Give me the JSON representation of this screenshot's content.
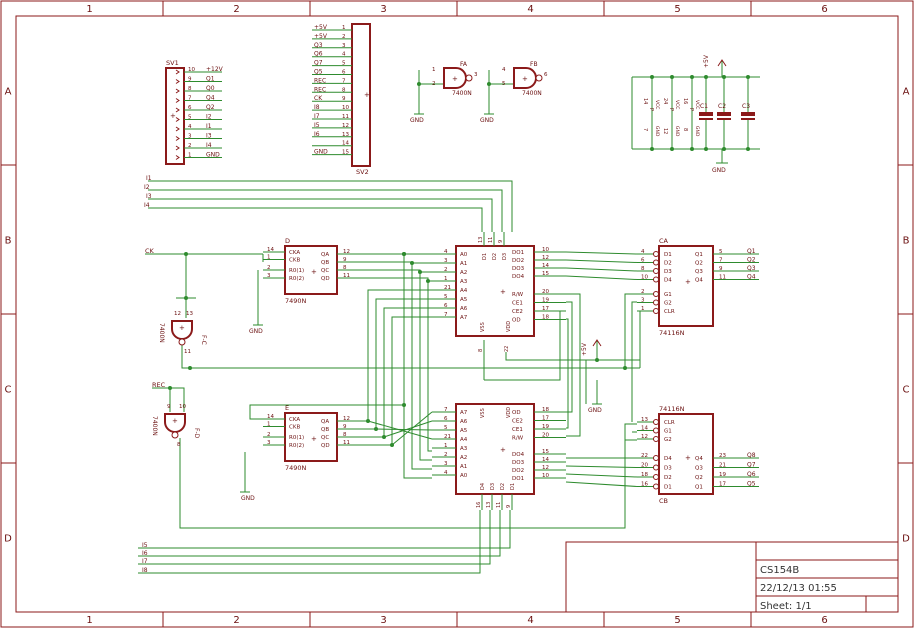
{
  "frame": {
    "columns": [
      "1",
      "2",
      "3",
      "4",
      "5",
      "6"
    ],
    "rows": [
      "A",
      "B",
      "C",
      "D"
    ]
  },
  "title_block": {
    "title": "CS154B",
    "date": "22/12/13 01:55",
    "sheet": "Sheet: 1/1"
  },
  "sv1": {
    "name": "SV1",
    "pins": [
      "10",
      "9",
      "8",
      "7",
      "6",
      "5",
      "4",
      "3",
      "2",
      "1"
    ],
    "signals": [
      "+12V",
      "Q1",
      "Q0",
      "Q4",
      "Q2",
      "I2",
      "I1",
      "I3",
      "I4",
      "GND"
    ]
  },
  "sv2": {
    "name": "SV2",
    "pins": [
      "1",
      "2",
      "3",
      "4",
      "5",
      "6",
      "7",
      "8",
      "9",
      "10",
      "11",
      "12",
      "13",
      "14",
      "15"
    ],
    "signals": [
      "+5V",
      "+5V",
      "Q3",
      "Q6",
      "Q7",
      "Q5",
      "REC",
      "REC",
      "CK",
      "I8",
      "I7",
      "I5",
      "I6",
      "",
      "GND"
    ]
  },
  "gates": {
    "fa": {
      "name": "FA",
      "part": "7400N",
      "pins": [
        "1",
        "2",
        "3"
      ]
    },
    "fb": {
      "name": "FB",
      "part": "7400N",
      "pins": [
        "4",
        "5",
        "6"
      ]
    },
    "fc": {
      "name": "F-C",
      "part": "7400N",
      "pins": [
        "12",
        "13",
        "11"
      ]
    },
    "fd": {
      "name": "F-D",
      "part": "7400N",
      "pins": [
        "9",
        "10",
        "8"
      ]
    }
  },
  "power": {
    "gnd": "GND",
    "vcc": "+5V",
    "caps": [
      "C1",
      "C2",
      "C3"
    ],
    "cap_pins": [
      [
        "14",
        "7"
      ],
      [
        "24",
        "12"
      ],
      [
        "16",
        "8"
      ]
    ],
    "cap_labels": [
      "P",
      "P",
      "P"
    ],
    "cap_nets": [
      [
        "VCC",
        "GND"
      ],
      [
        "VCC",
        "GND"
      ],
      [
        "VCC",
        "GND"
      ]
    ]
  },
  "counter_d": {
    "name": "D",
    "part": "7490N",
    "left_pins": [
      "14",
      "1",
      "2",
      "3"
    ],
    "left_labels": [
      "CKA",
      "CKB",
      "R0(1)",
      "R0(2)"
    ],
    "right_pins": [
      "12",
      "9",
      "8",
      "11"
    ],
    "right_labels": [
      "QA",
      "QB",
      "QC",
      "QD"
    ]
  },
  "counter_e": {
    "name": "E",
    "part": "7490N",
    "left_pins": [
      "14",
      "1",
      "2",
      "3"
    ],
    "left_labels": [
      "CKA",
      "CKB",
      "R0(1)",
      "R0(2)"
    ],
    "right_pins": [
      "12",
      "9",
      "8",
      "11"
    ],
    "right_labels": [
      "QA",
      "QB",
      "QC",
      "QD"
    ]
  },
  "ram_top": {
    "left_pins": [
      "4",
      "3",
      "2",
      "1",
      "21",
      "5",
      "6",
      "7"
    ],
    "left_labels": [
      "A0",
      "A1",
      "A2",
      "A3",
      "A4",
      "A5",
      "A6",
      "A7"
    ],
    "right_pins": [
      "10",
      "12",
      "14",
      "15",
      "20",
      "19",
      "17",
      "18"
    ],
    "right_labels": [
      "DO1",
      "DO2",
      "DO3",
      "DO4",
      "R/W",
      "CE1",
      "CE2",
      "OD"
    ],
    "top_pins": [
      "13",
      "11",
      "9"
    ],
    "top_labels": [
      "D1",
      "D2",
      "D3"
    ],
    "bottom_labels": [
      "VSS",
      "VDD"
    ],
    "bottom_pins": [
      "8",
      "22"
    ]
  },
  "ram_bottom": {
    "left_pins": [
      "7",
      "6",
      "5",
      "21",
      "1",
      "2",
      "3",
      "4"
    ],
    "left_labels": [
      "A7",
      "A6",
      "A5",
      "A4",
      "A3",
      "A2",
      "A1",
      "A0"
    ],
    "right_pins": [
      "18",
      "17",
      "19",
      "20",
      "15",
      "14",
      "12",
      "10"
    ],
    "right_labels": [
      "OD",
      "CE2",
      "CE1",
      "R/W",
      "DO4",
      "DO3",
      "DO2",
      "DO1"
    ],
    "top_labels": [
      "VSS",
      "VDD"
    ],
    "bottom_pins": [
      "16",
      "13",
      "11",
      "9"
    ],
    "bottom_labels": [
      "D4",
      "D3",
      "D2",
      "D1"
    ]
  },
  "latch_ca": {
    "name": "CA",
    "part": "74116N",
    "left_pins": [
      "4",
      "6",
      "8",
      "10",
      "2",
      "3",
      "1"
    ],
    "left_labels": [
      "D1",
      "D2",
      "D3",
      "D4",
      "G1",
      "G2",
      "CLR"
    ],
    "right_pins": [
      "5",
      "7",
      "9",
      "11"
    ],
    "right_labels": [
      "Q1",
      "Q2",
      "Q3",
      "Q4"
    ],
    "outputs": [
      "Q1",
      "Q2",
      "Q3",
      "Q4"
    ]
  },
  "latch_cb": {
    "name": "CB",
    "part": "74116N",
    "left_pins": [
      "13",
      "14",
      "12",
      "22",
      "20",
      "18",
      "16"
    ],
    "left_labels": [
      "CLR",
      "G1",
      "G2",
      "D4",
      "D3",
      "D2",
      "D1"
    ],
    "right_pins": [
      "23",
      "21",
      "19",
      "17"
    ],
    "right_labels": [
      "Q4",
      "Q3",
      "Q2",
      "Q1"
    ],
    "outputs": [
      "Q8",
      "Q7",
      "Q6",
      "Q5"
    ]
  },
  "nets": {
    "inputs_top": [
      "I1",
      "I2",
      "I3",
      "I4"
    ],
    "inputs_bottom": [
      "I5",
      "I6",
      "I7",
      "I8"
    ],
    "ck": "CK",
    "rec": "REC"
  }
}
